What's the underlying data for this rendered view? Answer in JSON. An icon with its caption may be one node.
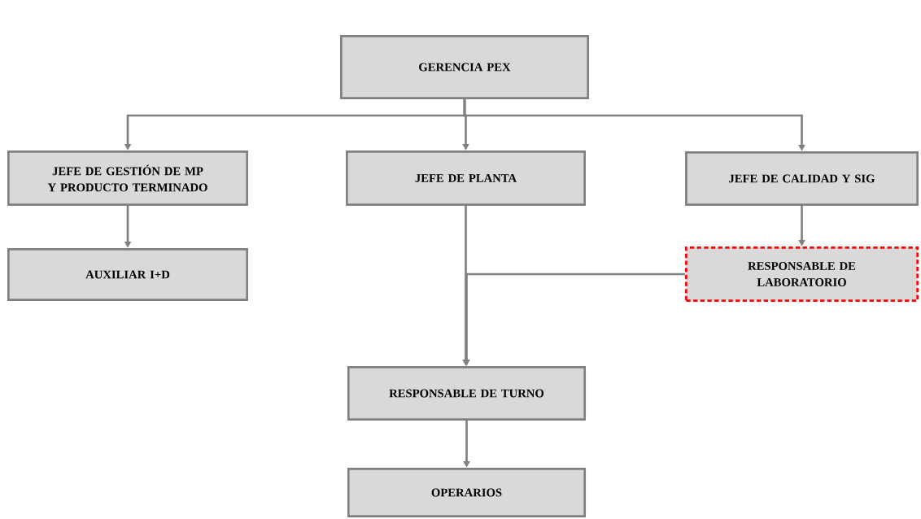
{
  "diagram": {
    "nodes": [
      {
        "text": [
          "GERENCIA PEX"
        ]
      },
      {
        "text": [
          "JEFE DE GESTIÓN DE MP Y PRODUCTO TERMINADO"
        ]
      },
      {
        "text": [
          "JEFE DE PLANTA"
        ]
      },
      {
        "text": [
          "JEFE DE CALIDAD Y SIG"
        ]
      },
      {
        "text": [
          "AUXILIAR I+D"
        ]
      },
      {
        "text": [
          "RESPONSABLE DE LABORATORIO"
        ]
      },
      {
        "text": [
          "RESPONSABLE DE TURNO"
        ]
      },
      {
        "text": [
          "OPERARIOS"
        ]
      }
    ],
    "edges": [
      {
        "from": 0,
        "to": 1,
        "arrow": "to"
      },
      {
        "from": 0,
        "to": 2,
        "arrow": "to"
      },
      {
        "from": 0,
        "to": 3,
        "arrow": "to"
      },
      {
        "from": 1,
        "to": 4,
        "arrow": "to"
      },
      {
        "from": 3,
        "to": 5,
        "arrow": "to"
      },
      {
        "from": 2,
        "to": 6,
        "arrow": "to"
      },
      {
        "from": 5,
        "to": 6,
        "arrow": "to"
      },
      {
        "from": 6,
        "to": 7,
        "arrow": "to"
      }
    ]
  }
}
